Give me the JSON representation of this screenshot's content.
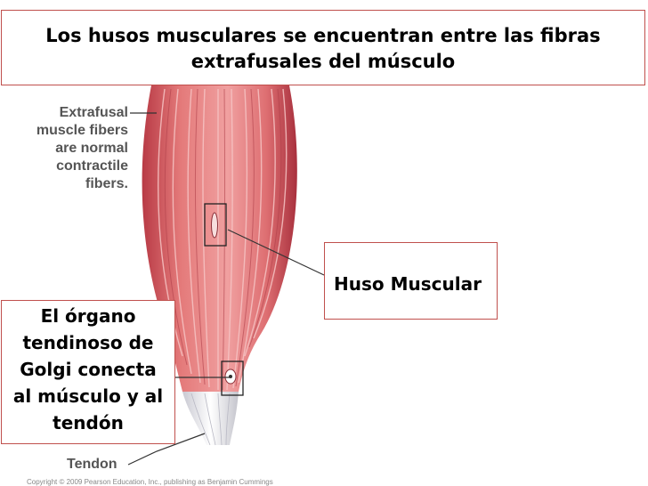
{
  "title": {
    "line1": "Los husos musculares se encuentran entre las fibras",
    "line2": "extrafusales del músculo"
  },
  "callouts": {
    "huso": "Huso Muscular",
    "golgi": [
      "El órgano",
      "tendinoso de",
      "Golgi conecta",
      "al músculo y al",
      "tendón"
    ]
  },
  "figure": {
    "extrafusal_label": [
      "Extrafusal",
      "muscle fibers",
      "are normal",
      "contractile",
      "fibers."
    ],
    "tendon_label": "Tendon",
    "credit": "Copyright © 2009 Pearson Education, Inc., publishing as Benjamin Cummings"
  },
  "colors": {
    "callout_border": "#c0504d",
    "muscle_red": "#e06a6a",
    "tendon_white": "#f2f2f2",
    "label_grey": "#555555"
  }
}
